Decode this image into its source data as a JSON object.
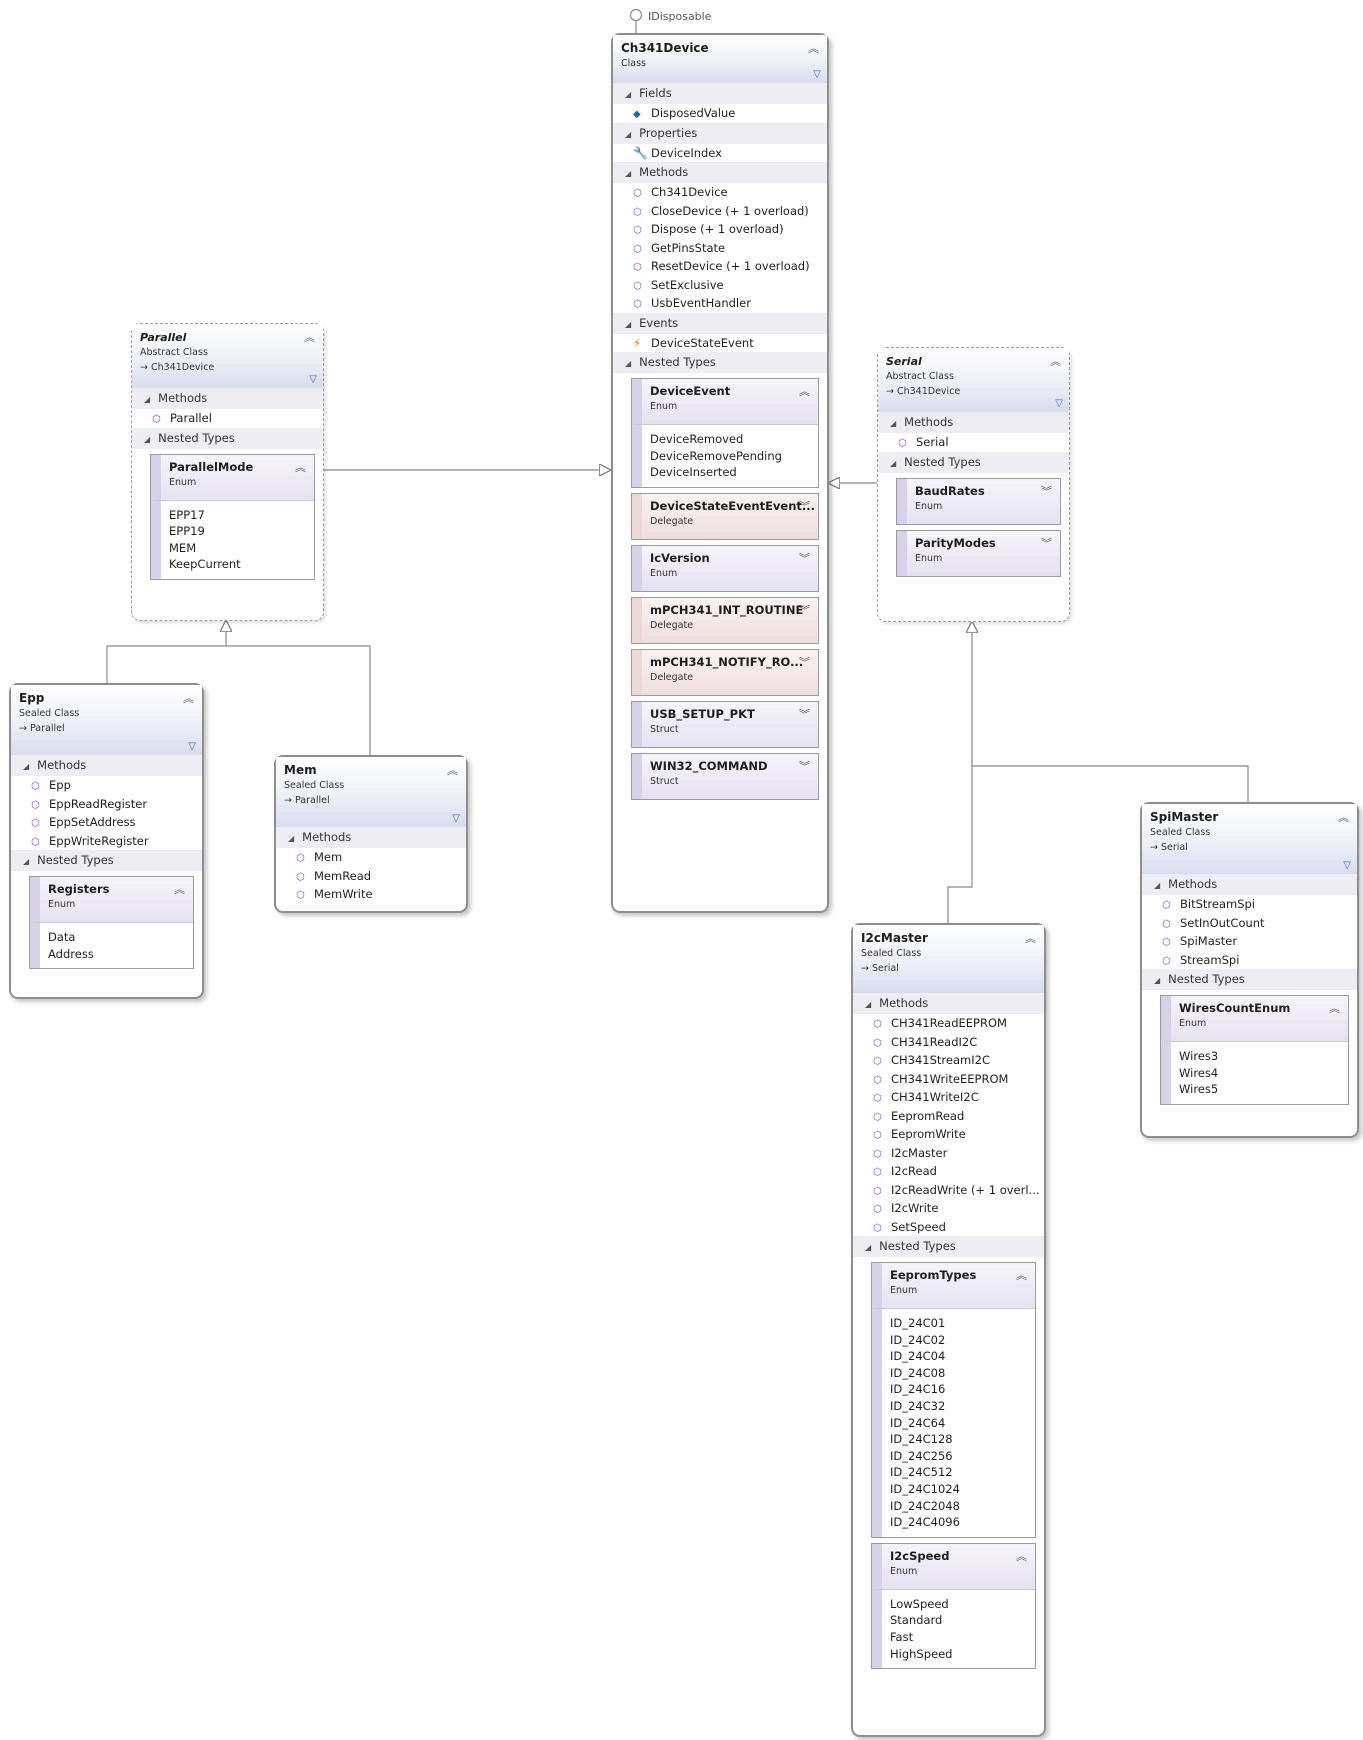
{
  "interface": {
    "label": "IDisposable"
  },
  "icons": {
    "collapse": "double-chevron-up-icon",
    "expand": "double-chevron-down-icon",
    "filter": "filter-icon",
    "method": "method-cube-icon",
    "field": "field-icon",
    "property": "wrench-icon",
    "event": "lightning-icon"
  },
  "colors": {
    "border": "#8e8e8e",
    "header": "#d8dcee",
    "compartment": "#ededf3",
    "enum_head": "#e6e2f2",
    "delegate_head": "#f0dede",
    "method_icon": "#8a3dbd"
  },
  "ch341": {
    "name": "Ch341Device",
    "kind": "Class",
    "fields_label": "Fields",
    "fields": [
      "DisposedValue"
    ],
    "properties_label": "Properties",
    "properties": [
      "DeviceIndex"
    ],
    "methods_label": "Methods",
    "methods": [
      "Ch341Device",
      "CloseDevice (+ 1 overload)",
      "Dispose (+ 1 overload)",
      "GetPinsState",
      "ResetDevice (+ 1 overload)",
      "SetExclusive",
      "UsbEventHandler"
    ],
    "events_label": "Events",
    "events": [
      "DeviceStateEvent"
    ],
    "nested_label": "Nested Types",
    "nested": [
      {
        "name": "DeviceEvent",
        "kind": "Enum",
        "values": [
          "DeviceRemoved",
          "DeviceRemovePending",
          "DeviceInserted"
        ]
      },
      {
        "name": "DeviceStateEventEvent...",
        "kind": "Delegate"
      },
      {
        "name": "IcVersion",
        "kind": "Enum"
      },
      {
        "name": "mPCH341_INT_ROUTINE",
        "kind": "Delegate"
      },
      {
        "name": "mPCH341_NOTIFY_RO...",
        "kind": "Delegate"
      },
      {
        "name": "USB_SETUP_PKT",
        "kind": "Struct"
      },
      {
        "name": "WIN32_COMMAND",
        "kind": "Struct"
      }
    ]
  },
  "parallel": {
    "name": "Parallel",
    "kind": "Abstract Class",
    "base": "Ch341Device",
    "methods_label": "Methods",
    "methods": [
      "Parallel"
    ],
    "nested_label": "Nested Types",
    "nested": [
      {
        "name": "ParallelMode",
        "kind": "Enum",
        "values": [
          "EPP17",
          "EPP19",
          "MEM",
          "KeepCurrent"
        ]
      }
    ]
  },
  "serial": {
    "name": "Serial",
    "kind": "Abstract Class",
    "base": "Ch341Device",
    "methods_label": "Methods",
    "methods": [
      "Serial"
    ],
    "nested_label": "Nested Types",
    "nested": [
      {
        "name": "BaudRates",
        "kind": "Enum"
      },
      {
        "name": "ParityModes",
        "kind": "Enum"
      }
    ]
  },
  "epp": {
    "name": "Epp",
    "kind": "Sealed Class",
    "base": "Parallel",
    "methods_label": "Methods",
    "methods": [
      "Epp",
      "EppReadRegister",
      "EppSetAddress",
      "EppWriteRegister"
    ],
    "nested_label": "Nested Types",
    "nested": [
      {
        "name": "Registers",
        "kind": "Enum",
        "values": [
          "Data",
          "Address"
        ]
      }
    ]
  },
  "mem": {
    "name": "Mem",
    "kind": "Sealed Class",
    "base": "Parallel",
    "methods_label": "Methods",
    "methods": [
      "Mem",
      "MemRead",
      "MemWrite"
    ]
  },
  "i2c": {
    "name": "I2cMaster",
    "kind": "Sealed Class",
    "base": "Serial",
    "methods_label": "Methods",
    "methods": [
      "CH341ReadEEPROM",
      "CH341ReadI2C",
      "CH341StreamI2C",
      "CH341WriteEEPROM",
      "CH341WriteI2C",
      "EepromRead",
      "EepromWrite",
      "I2cMaster",
      "I2cRead",
      "I2cReadWrite (+ 1 overl...",
      "I2cWrite",
      "SetSpeed"
    ],
    "nested_label": "Nested Types",
    "nested": [
      {
        "name": "EepromTypes",
        "kind": "Enum",
        "values": [
          "ID_24C01",
          "ID_24C02",
          "ID_24C04",
          "ID_24C08",
          "ID_24C16",
          "ID_24C32",
          "ID_24C64",
          "ID_24C128",
          "ID_24C256",
          "ID_24C512",
          "ID_24C1024",
          "ID_24C2048",
          "ID_24C4096"
        ]
      },
      {
        "name": "I2cSpeed",
        "kind": "Enum",
        "values": [
          "LowSpeed",
          "Standard",
          "Fast",
          "HighSpeed"
        ]
      }
    ]
  },
  "spi": {
    "name": "SpiMaster",
    "kind": "Sealed Class",
    "base": "Serial",
    "methods_label": "Methods",
    "methods": [
      "BitStreamSpi",
      "SetInOutCount",
      "SpiMaster",
      "StreamSpi"
    ],
    "nested_label": "Nested Types",
    "nested": [
      {
        "name": "WiresCountEnum",
        "kind": "Enum",
        "values": [
          "Wires3",
          "Wires4",
          "Wires5"
        ]
      }
    ]
  }
}
